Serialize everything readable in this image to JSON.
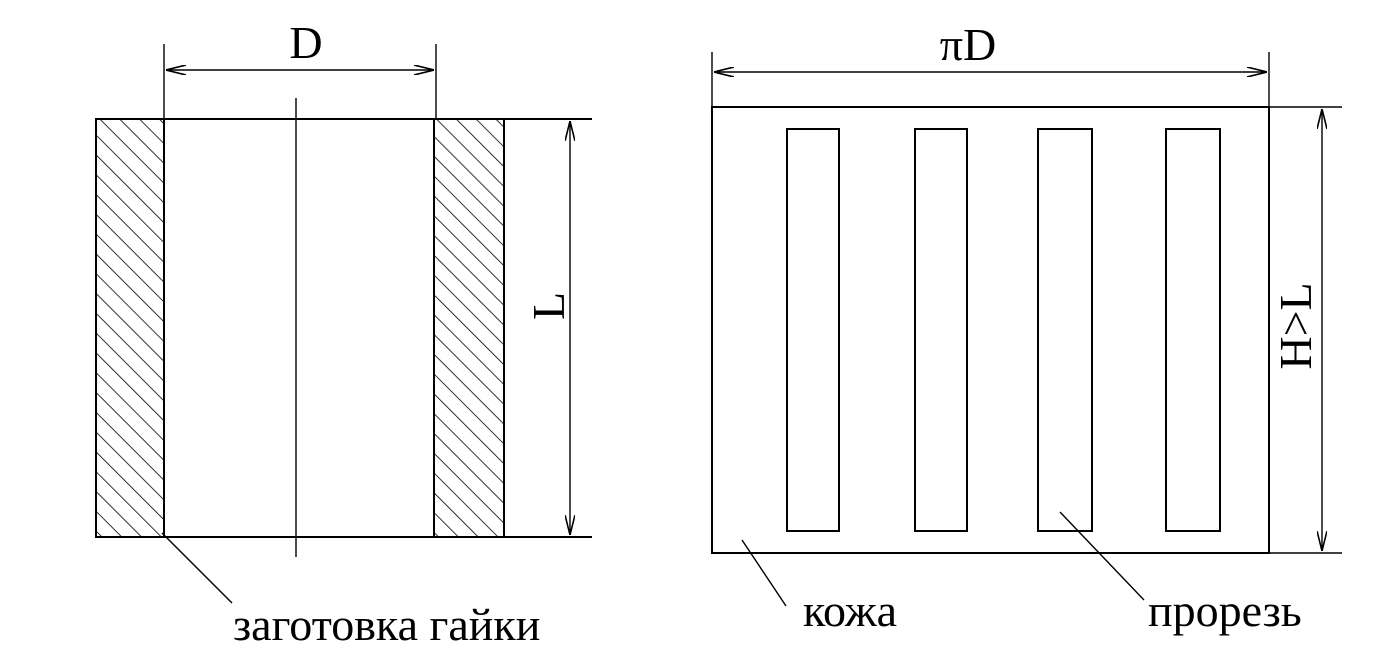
{
  "left_figure": {
    "dimension_width": "D",
    "dimension_height": "L",
    "caption": "заготовка гайки"
  },
  "right_figure": {
    "dimension_width": "πD",
    "dimension_height": "H>L",
    "caption_left": "кожа",
    "caption_right": "прорезь",
    "slot_count": 4
  },
  "colors": {
    "ink": "#000000",
    "paper": "#ffffff"
  }
}
